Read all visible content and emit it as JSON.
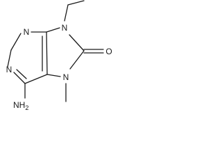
{
  "molecule": {
    "atoms": {
      "n1": "N",
      "n3": "N",
      "n7": "N",
      "n9": "N",
      "o": "O",
      "amine": "NH",
      "amine_h": "2"
    }
  }
}
